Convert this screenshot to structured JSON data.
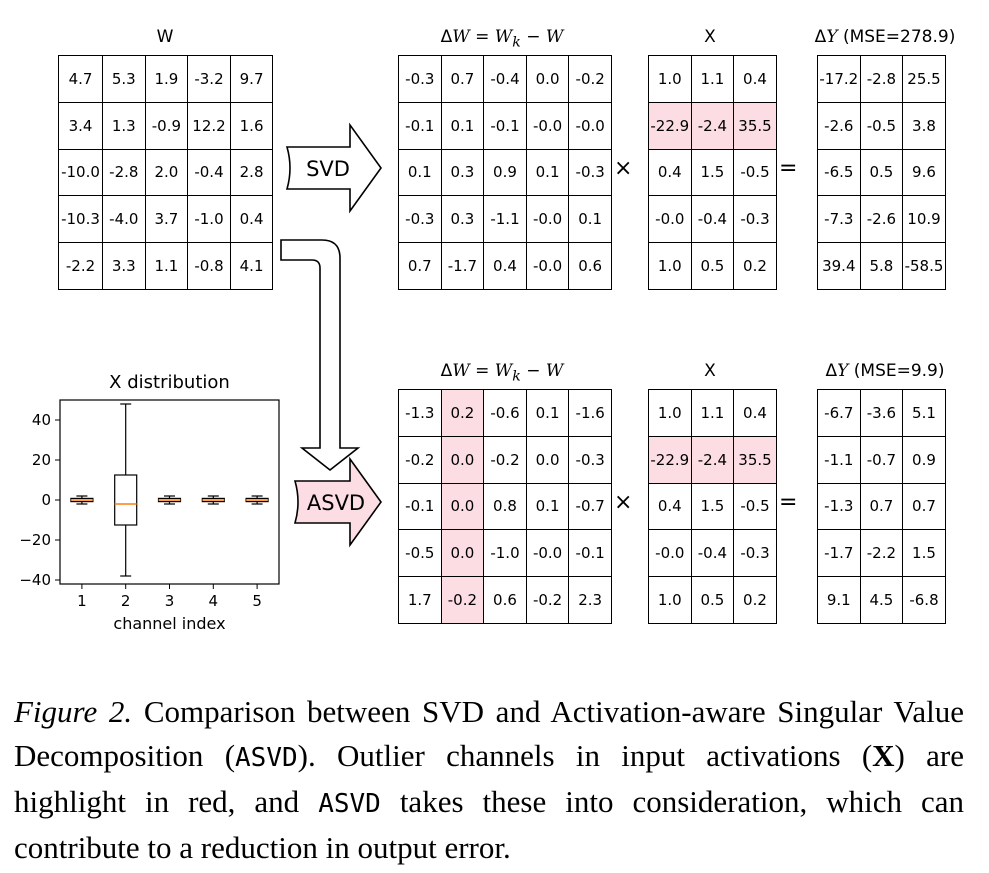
{
  "top": {
    "w_label": "W",
    "dw_label": "ΔW = W_k − W",
    "x_label": "X",
    "dy_label": "ΔY (MSE=278.9)",
    "arrow_label": "SVD",
    "times": "×",
    "equals": "=",
    "W": [
      [
        "4.7",
        "5.3",
        "1.9",
        "-3.2",
        "9.7"
      ],
      [
        "3.4",
        "1.3",
        "-0.9",
        "12.2",
        "1.6"
      ],
      [
        "-10.0",
        "-2.8",
        "2.0",
        "-0.4",
        "2.8"
      ],
      [
        "-10.3",
        "-4.0",
        "3.7",
        "-1.0",
        "0.4"
      ],
      [
        "-2.2",
        "3.3",
        "1.1",
        "-0.8",
        "4.1"
      ]
    ],
    "dW": [
      [
        "-0.3",
        "0.7",
        "-0.4",
        "0.0",
        "-0.2"
      ],
      [
        "-0.1",
        "0.1",
        "-0.1",
        "-0.0",
        "-0.0"
      ],
      [
        "0.1",
        "0.3",
        "0.9",
        "0.1",
        "-0.3"
      ],
      [
        "-0.3",
        "0.3",
        "-1.1",
        "-0.0",
        "0.1"
      ],
      [
        "0.7",
        "-1.7",
        "0.4",
        "-0.0",
        "0.6"
      ]
    ],
    "X": [
      [
        "1.0",
        "1.1",
        "0.4"
      ],
      [
        "-22.9",
        "-2.4",
        "35.5"
      ],
      [
        "0.4",
        "1.5",
        "-0.5"
      ],
      [
        "-0.0",
        "-0.4",
        "-0.3"
      ],
      [
        "1.0",
        "0.5",
        "0.2"
      ]
    ],
    "dY": [
      [
        "-17.2",
        "-2.8",
        "25.5"
      ],
      [
        "-2.6",
        "-0.5",
        "3.8"
      ],
      [
        "-6.5",
        "0.5",
        "9.6"
      ],
      [
        "-7.3",
        "-2.6",
        "10.9"
      ],
      [
        "39.4",
        "5.8",
        "-58.5"
      ]
    ]
  },
  "bottom": {
    "dw_label": "ΔW = W_k − W",
    "x_label": "X",
    "dy_label": "ΔY (MSE=9.9)",
    "arrow_label": "ASVD",
    "times": "×",
    "equals": "=",
    "dW": [
      [
        "-1.3",
        "0.2",
        "-0.6",
        "0.1",
        "-1.6"
      ],
      [
        "-0.2",
        "0.0",
        "-0.2",
        "0.0",
        "-0.3"
      ],
      [
        "-0.1",
        "0.0",
        "0.8",
        "0.1",
        "-0.7"
      ],
      [
        "-0.5",
        "0.0",
        "-1.0",
        "-0.0",
        "-0.1"
      ],
      [
        "1.7",
        "-0.2",
        "0.6",
        "-0.2",
        "2.3"
      ]
    ],
    "X": [
      [
        "1.0",
        "1.1",
        "0.4"
      ],
      [
        "-22.9",
        "-2.4",
        "35.5"
      ],
      [
        "0.4",
        "1.5",
        "-0.5"
      ],
      [
        "-0.0",
        "-0.4",
        "-0.3"
      ],
      [
        "1.0",
        "0.5",
        "0.2"
      ]
    ],
    "dY": [
      [
        "-6.7",
        "-3.6",
        "5.1"
      ],
      [
        "-1.1",
        "-0.7",
        "0.9"
      ],
      [
        "-1.3",
        "0.7",
        "0.7"
      ],
      [
        "-1.7",
        "-2.2",
        "1.5"
      ],
      [
        "9.1",
        "4.5",
        "-6.8"
      ]
    ]
  },
  "highlight": {
    "color": "#fbdde3",
    "x_row": 1,
    "dw_col": 1
  },
  "chart_data": {
    "type": "box",
    "title": "X distribution",
    "xlabel": "channel index",
    "ylabel": "",
    "categories": [
      "1",
      "2",
      "3",
      "4",
      "5"
    ],
    "ylim": [
      -42,
      50
    ],
    "yticks": [
      40,
      20,
      0,
      -20,
      -40
    ],
    "ytick_labels": [
      "40",
      "20",
      "0",
      "−20",
      "−40"
    ],
    "boxes": [
      {
        "min": -2.0,
        "q1": -0.8,
        "median": 0.0,
        "q3": 0.8,
        "max": 2.0
      },
      {
        "min": -38.0,
        "q1": -12.5,
        "median": -2.0,
        "q3": 12.5,
        "max": 48.0
      },
      {
        "min": -2.0,
        "q1": -0.8,
        "median": 0.0,
        "q3": 0.8,
        "max": 2.0
      },
      {
        "min": -2.0,
        "q1": -0.8,
        "median": 0.0,
        "q3": 0.8,
        "max": 2.0
      },
      {
        "min": -2.0,
        "q1": -0.8,
        "median": 0.0,
        "q3": 0.8,
        "max": 2.0
      }
    ],
    "median_color": "#ff7f0e",
    "grid": false,
    "legend": "none"
  },
  "caption": {
    "figure_label": "Figure 2.",
    "text_1": " Comparison between SVD and Activation-aware Singular Value Decomposition (",
    "asvd_1": "ASVD",
    "text_2": "). Outlier channels in input activations (",
    "x_bold": "X",
    "text_3": ") are highlight in red, and ",
    "asvd_2": "ASVD",
    "text_4": " takes these into consideration, which can contribute to a reduction in output error."
  }
}
